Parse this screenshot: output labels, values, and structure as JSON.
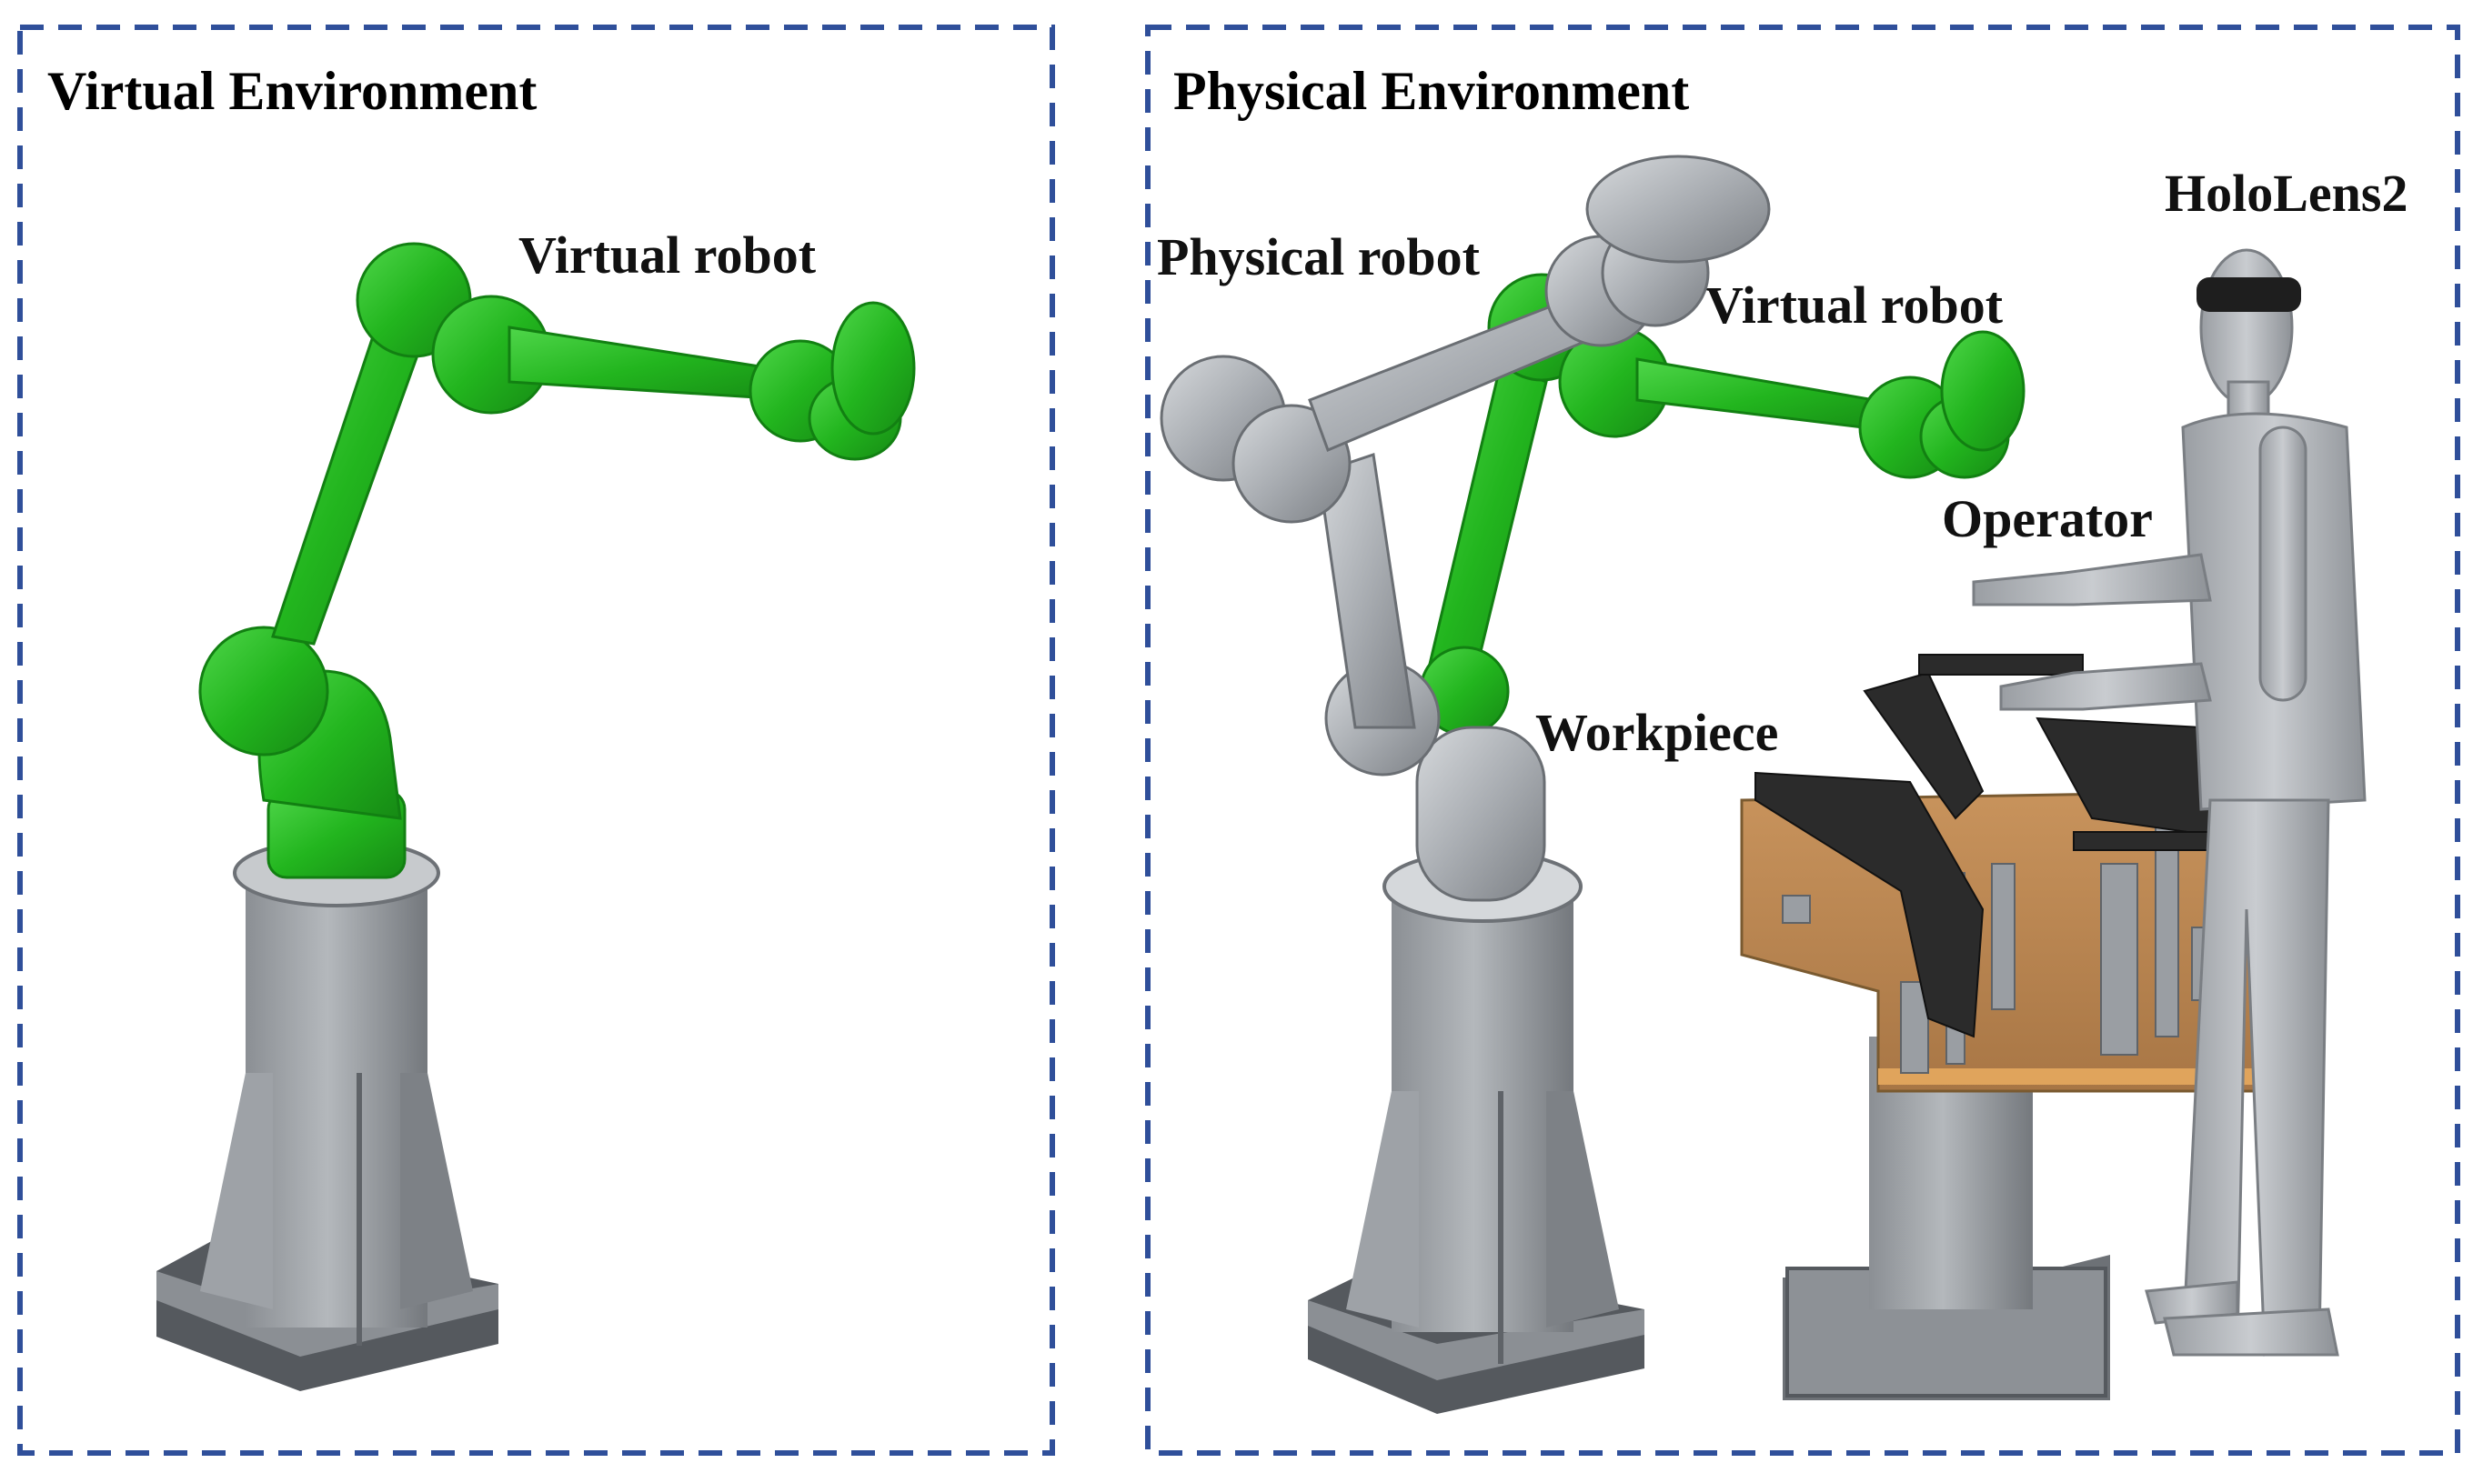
{
  "panels": {
    "virtual": {
      "title": "Virtual Environment",
      "robot_label": "Virtual robot"
    },
    "physical": {
      "title": "Physical Environment",
      "physical_robot_label": "Physical robot",
      "virtual_robot_label": "Virtual robot",
      "hololens_label": "HoloLens2",
      "operator_label": "Operator",
      "workpiece_label": "Workpiece"
    }
  },
  "colors": {
    "frame_dash": "#2f4f9a",
    "virtual_robot": "#22b51e",
    "physical_robot": "#a9adb2",
    "pedestal": "#9a9ea3",
    "table_top": "#b9844f",
    "workpiece": "#2b2b2b",
    "operator": "#b7bbc0"
  }
}
